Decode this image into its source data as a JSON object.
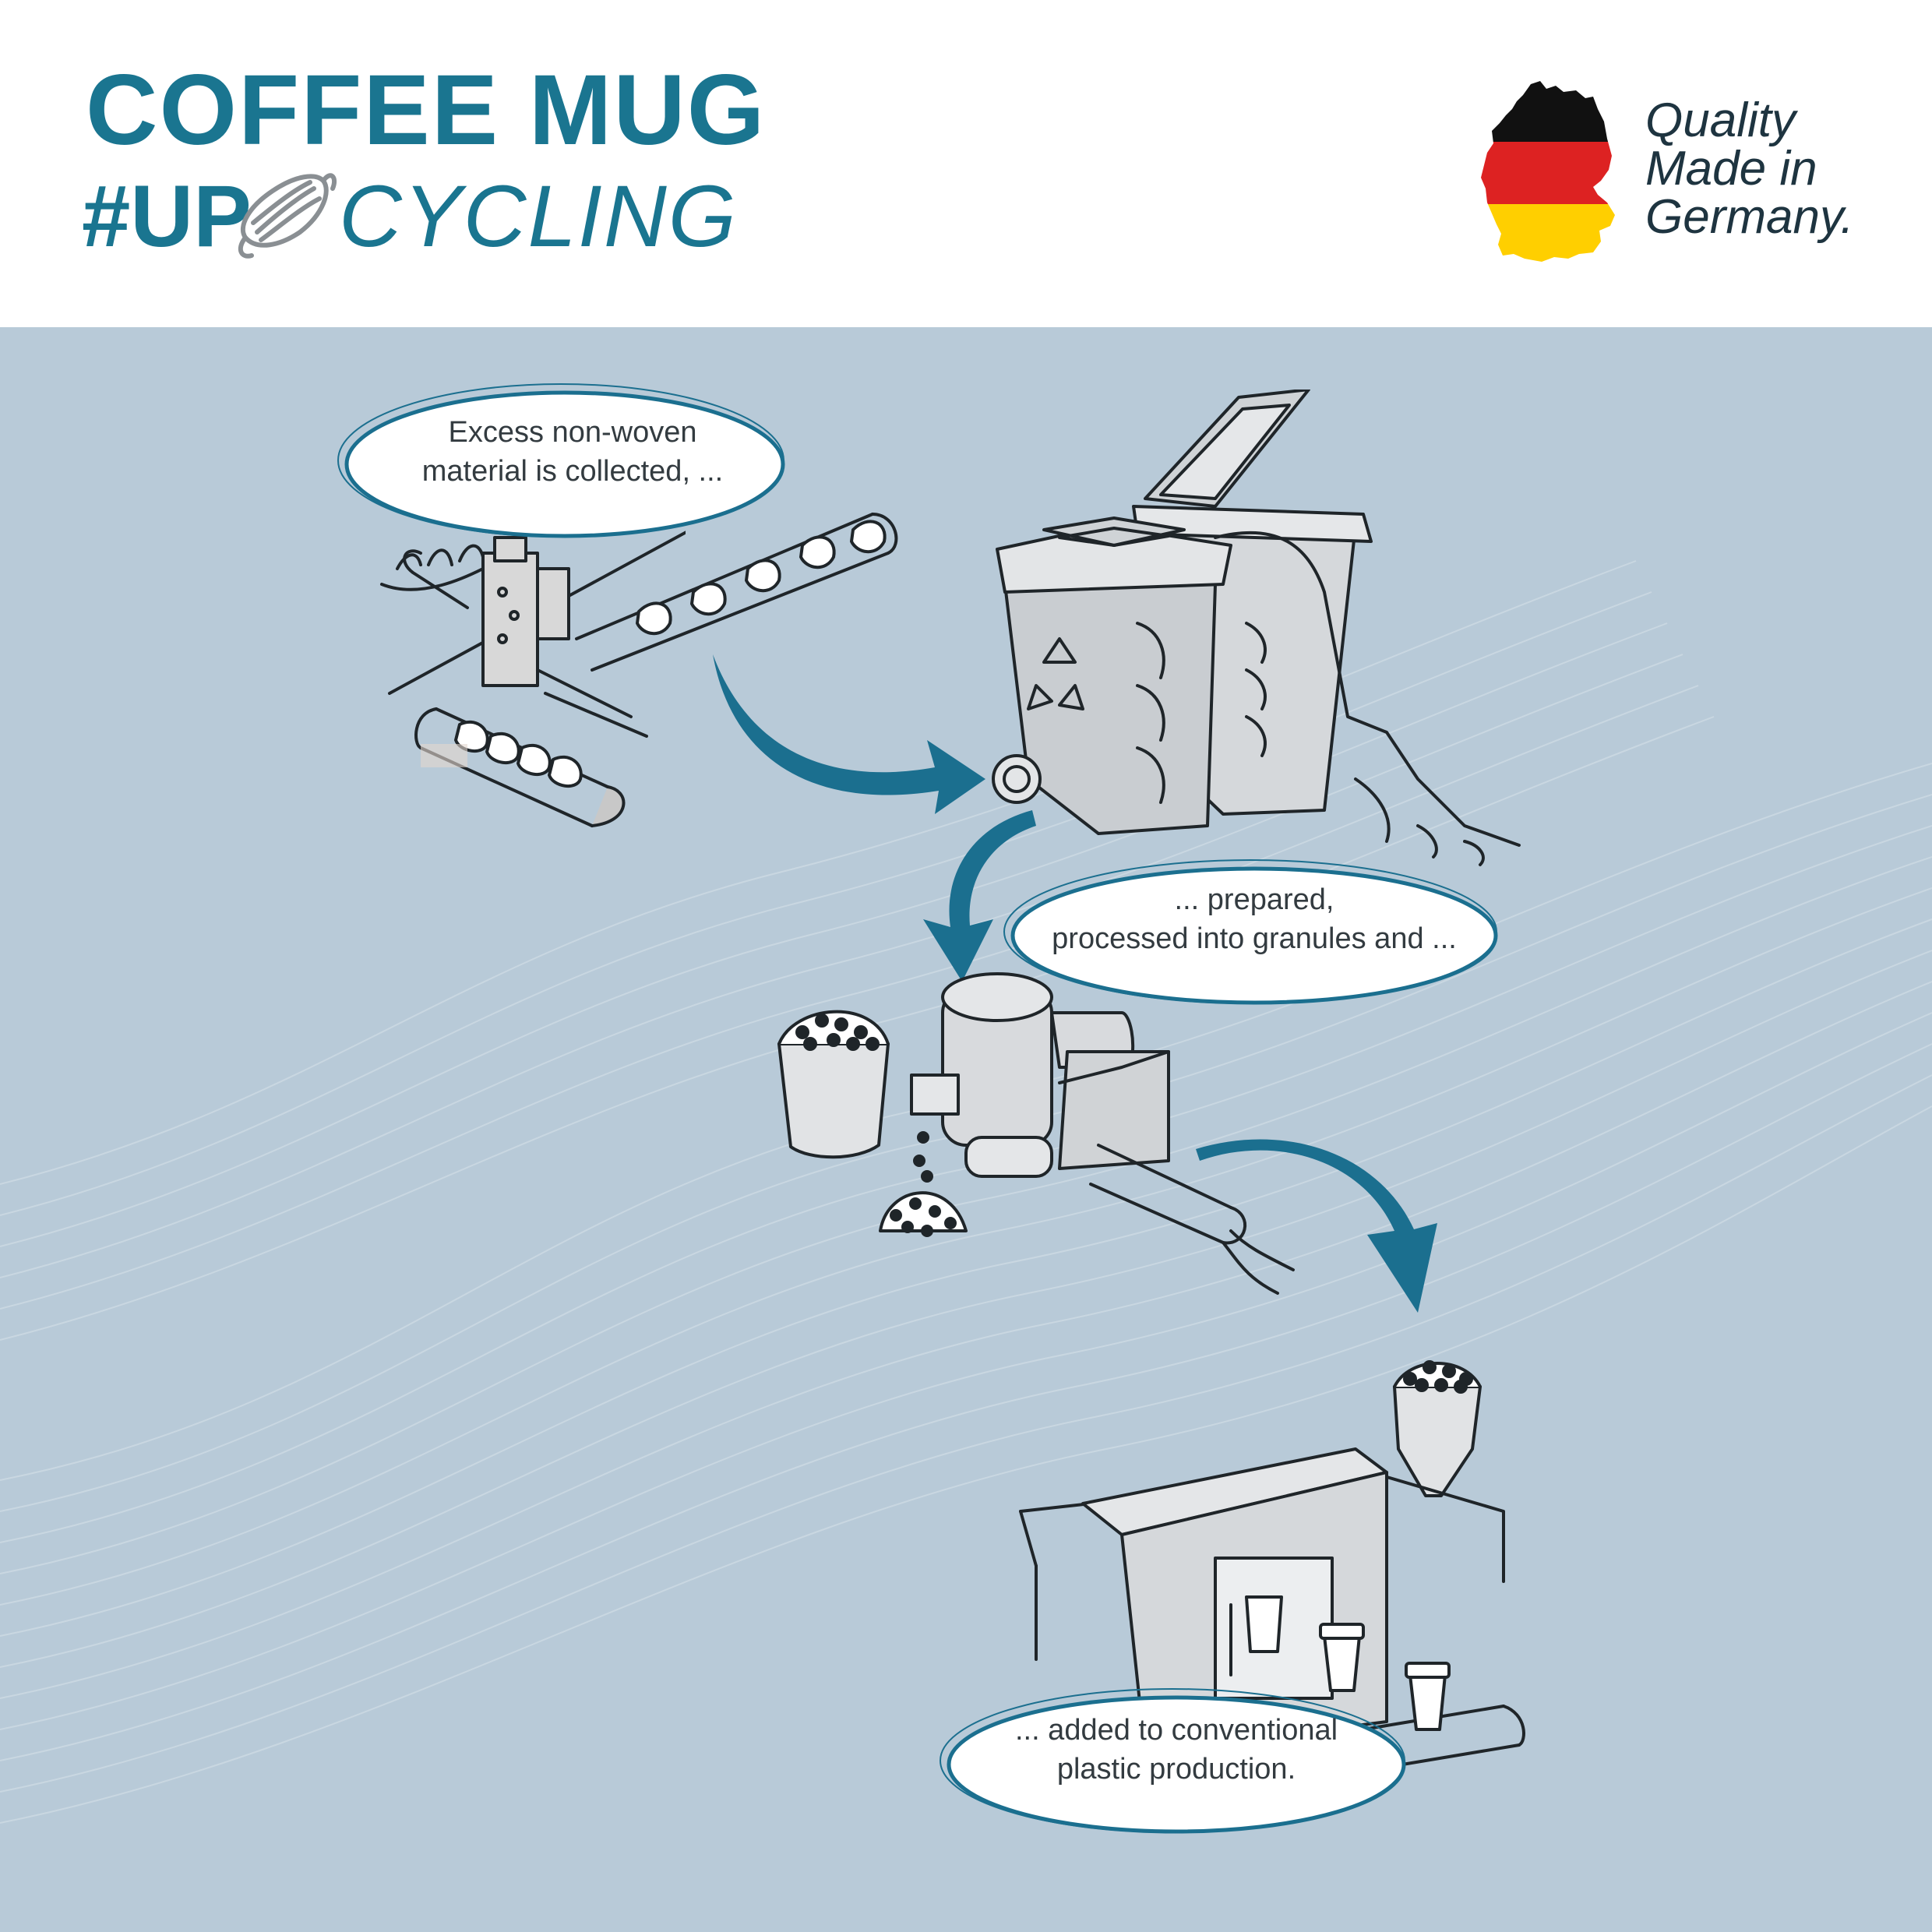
{
  "header": {
    "title_line1": "COFFEE MUG",
    "title_prefix": "#UP",
    "title_suffix": "CYCLING",
    "mask_icon": "face-mask-icon",
    "quality_badge": {
      "line1": "Quality",
      "line2": "Made in",
      "line3": "Germany.",
      "map_icon": "germany-flag-map-icon"
    }
  },
  "steps": [
    {
      "line1": "Excess non-woven",
      "line2": "material is collected, ..."
    },
    {
      "line1": "... prepared,",
      "line2": "processed into granules and ..."
    },
    {
      "line1": "... added to conventional",
      "line2": "plastic production."
    }
  ],
  "colors": {
    "brand_teal": "#1a7590",
    "panel_background": "#b8cad8",
    "arrow_blue": "#1b6f8f",
    "flag_black": "#111111",
    "flag_red": "#dd2222",
    "flag_gold": "#ffcf00"
  }
}
